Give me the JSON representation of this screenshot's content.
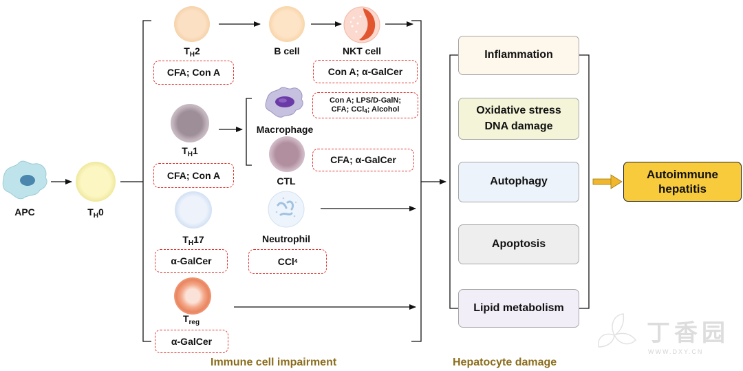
{
  "cells": {
    "apc": "APC",
    "th0": {
      "main": "T",
      "sub": "H",
      "tail": "0"
    },
    "th2": {
      "main": "T",
      "sub": "H",
      "tail": "2"
    },
    "th1": {
      "main": "T",
      "sub": "H",
      "tail": "1"
    },
    "th17": {
      "main": "T",
      "sub": "H",
      "tail": "17"
    },
    "treg": {
      "main": "T",
      "sub": "reg",
      "tail": ""
    },
    "bcell": "B cell",
    "nkt": "NKT cell",
    "macrophage": "Macrophage",
    "ctl": "CTL",
    "neutrophil": "Neutrophil"
  },
  "inducers": {
    "th2": "CFA; Con A",
    "th1": "CFA; Con A",
    "th17": "α-GalCer",
    "treg": "α-GalCer",
    "nkt": "Con A; α-GalCer",
    "macrophage": {
      "line1": "Con A; LPS/D-GalN;",
      "line2_pre": "CFA; CCl",
      "line2_sub": "4",
      "line2_post": "; Alcohol"
    },
    "ctl": "CFA; α-GalCer",
    "neutrophil": {
      "pre": "CCl",
      "sub": "4"
    }
  },
  "damage": {
    "inflammation": "Inflammation",
    "oxidative_line1": "Oxidative stress",
    "oxidative_line2": "DNA damage",
    "autophagy": "Autophagy",
    "apoptosis": "Apoptosis",
    "lipid": "Lipid metabolism"
  },
  "outcome": {
    "line1": "Autoimmune",
    "line2": "hepatitis"
  },
  "sections": {
    "immune": "Immune cell impairment",
    "hepatocyte": "Hepatocyte damage"
  },
  "watermark": {
    "cn": "丁香园",
    "url": "WWW.DXY.CN"
  },
  "colors": {
    "tag_border": "#e0322d",
    "outcome_fill": "#f8cb3d",
    "outcome_arrow": "#f0b72c",
    "footer_text": "#8a6d1c",
    "oxidative_fill": "#f3f4d8",
    "autophagy_fill": "#edf3fb",
    "apoptosis_fill": "#eeeeee",
    "lipid_fill": "#f2eef8",
    "inflammation_fill": "#fdf7ec"
  }
}
